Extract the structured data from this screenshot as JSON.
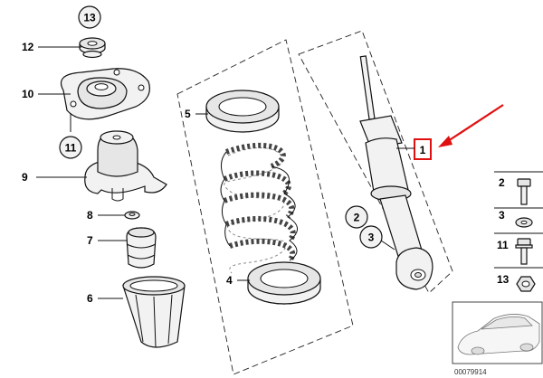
{
  "diagram": {
    "callouts": {
      "p1": "1",
      "p2": "2",
      "p3": "3",
      "p4": "4",
      "p5": "5",
      "p6": "6",
      "p7": "7",
      "p8": "8",
      "p9": "9",
      "p10": "10",
      "p11": "11",
      "p12": "12",
      "p13": "13"
    },
    "legend": {
      "items": [
        "2",
        "3",
        "11",
        "13"
      ]
    },
    "figure_id": "00079914",
    "highlight_color": "#e01010",
    "arrow_color": "#e01010"
  }
}
